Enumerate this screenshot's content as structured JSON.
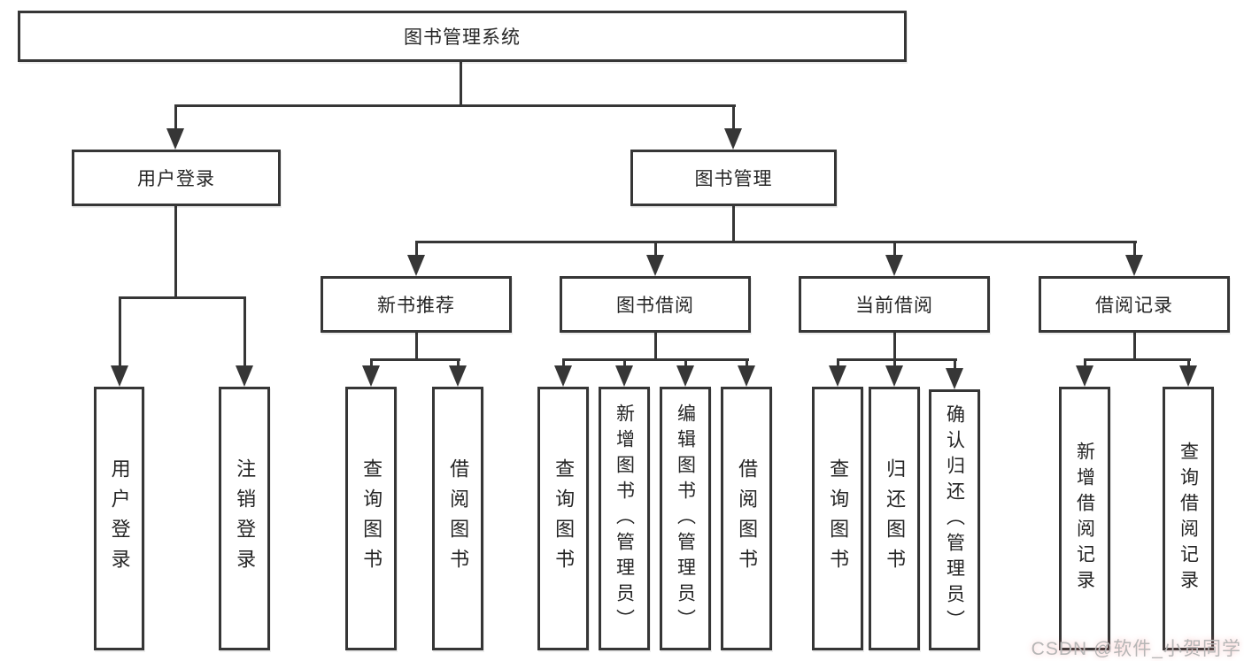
{
  "diagram_title": "图书管理系统",
  "watermark": "CSDN @软件_小贺同学",
  "colors": {
    "background": "#ffffff",
    "line": "#363636",
    "text": "#252525",
    "watermark": "#b6b6b6"
  },
  "nodes": {
    "root": "图书管理系统",
    "user_login": "用户登录",
    "book_mgmt": "图书管理",
    "login": "用户登录",
    "logout": "注销登录",
    "new_book": "新书推荐",
    "book_borrow": "图书借阅",
    "current_borrow": "当前借阅",
    "borrow_record": "借阅记录",
    "nb_query": "查询图书",
    "nb_borrow": "借阅图书",
    "bb_query": "查询图书",
    "bb_add": "新增图书（管理员）",
    "bb_edit": "编辑图书（管理员）",
    "bb_borrow": "借阅图书",
    "cb_query": "查询图书",
    "cb_return": "归还图书",
    "cb_confirm": "确认归还（管理员）",
    "br_add": "新增借阅记录",
    "br_query": "查询借阅记录"
  },
  "hierarchy": {
    "图书管理系统": {
      "用户登录": [
        "用户登录",
        "注销登录"
      ],
      "图书管理": {
        "新书推荐": [
          "查询图书",
          "借阅图书"
        ],
        "图书借阅": [
          "查询图书",
          "新增图书（管理员）",
          "编辑图书（管理员）",
          "借阅图书"
        ],
        "当前借阅": [
          "查询图书",
          "归还图书",
          "确认归还（管理员）"
        ],
        "借阅记录": [
          "新增借阅记录",
          "查询借阅记录"
        ]
      }
    }
  }
}
